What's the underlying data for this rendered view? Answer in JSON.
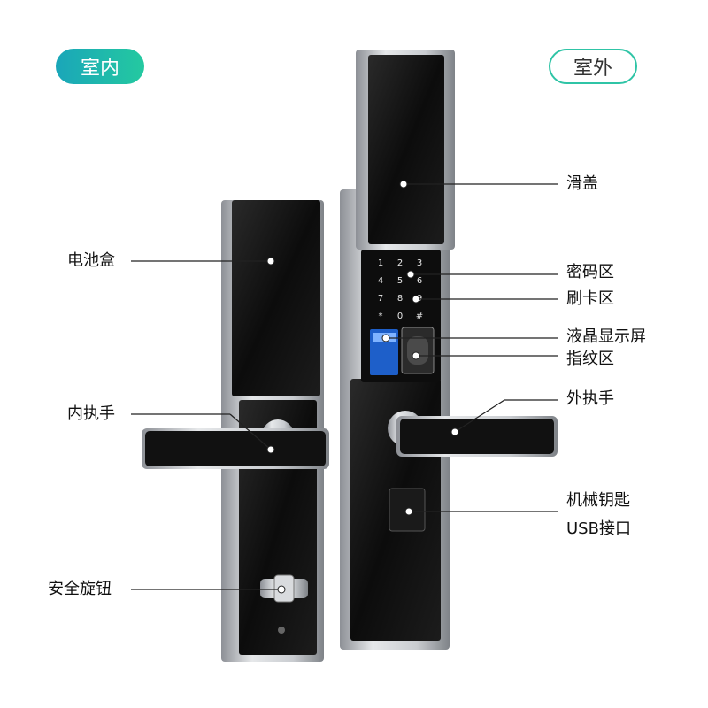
{
  "badges": {
    "indoor": "室内",
    "outdoor": "室外"
  },
  "labels": {
    "battery_box": "电池盒",
    "inner_handle": "内执手",
    "safety_knob": "安全旋钮",
    "slide_cover": "滑盖",
    "password_area": "密码区",
    "card_area": "刷卡区",
    "lcd_display": "液晶显示屏",
    "fingerprint_area": "指纹区",
    "outer_handle": "外执手",
    "mechanical_key": "机械钥匙",
    "usb_port": "USB接口"
  },
  "keypad": [
    "1",
    "2",
    "3",
    "4",
    "5",
    "6",
    "7",
    "8",
    "9",
    "*",
    "0",
    "#"
  ],
  "colors": {
    "accent_teal": "#24c9a0",
    "lock_black": "#111111",
    "frame_silver": "#b9bcc1"
  }
}
